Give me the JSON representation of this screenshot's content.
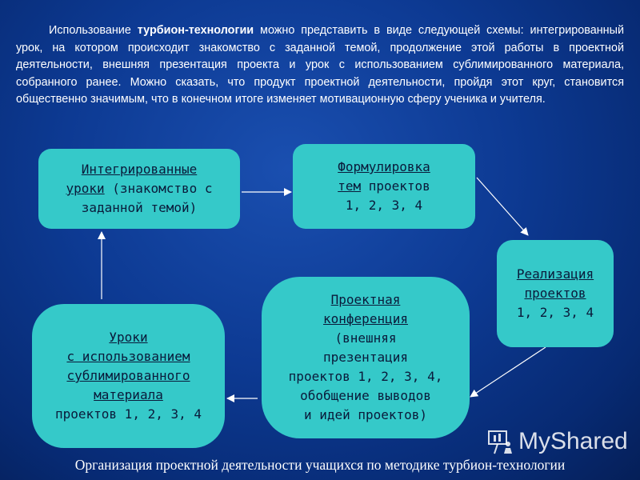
{
  "intro": {
    "before_bold": "Использование ",
    "bold": "турбион-технологии",
    "after_bold": " можно представить в виде следующей схемы: интегрированный урок, на котором происходит знакомство с заданной темой, продолжение этой работы в проектной деятельности, внешняя презентация проекта и урок с использованием сублимированного материала, собранного ранее. Можно сказать, что продукт проектной деятельности, пройдя этот круг, становится общественно значимым, что в конечном итоге изменяет мотивационную сферу ученика и учителя."
  },
  "boxes": {
    "b1": {
      "line1": "Интегрированные",
      "line2_u": "уроки",
      "line2_rest": " (знакомство с",
      "line3": "заданной темой)"
    },
    "b2": {
      "line1": "Формулировка",
      "line2_u": "тем",
      "line2_rest": "  проектов",
      "line3": "1, 2, 3, 4"
    },
    "b3": {
      "line1": "Реализация",
      "line2": "проектов",
      "line3": "1, 2, 3, 4"
    },
    "b4": {
      "line1": "Проектная",
      "line2": "конференция",
      "line3": "(внешняя",
      "line4": "презентация",
      "line5": "проектов 1, 2, 3, 4,",
      "line6": "обобщение выводов",
      "line7": "и идей проектов)"
    },
    "b5": {
      "line1": "Уроки",
      "line2": "с использованием",
      "line3": "сублимированного",
      "line4": "материала",
      "line5": "проектов 1, 2, 3, 4"
    }
  },
  "caption": "Организация проектной деятельности учащихся по методике турбион-технологии",
  "watermark": "MyShared",
  "colors": {
    "background": "#0d3a93",
    "box_fill": "#35c9c9",
    "box_text": "#0a1a3a",
    "text": "#ffffff"
  }
}
